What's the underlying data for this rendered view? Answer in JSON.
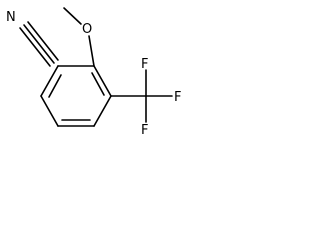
{
  "molecule": {
    "atoms": {
      "nitrile_n": "N",
      "methoxy_o": "O",
      "fluorine_top": "F",
      "fluorine_right": "F",
      "fluorine_bottom": "F"
    },
    "colors": {
      "bond": "#000000",
      "label": "#000000",
      "background": "#ffffff"
    }
  }
}
